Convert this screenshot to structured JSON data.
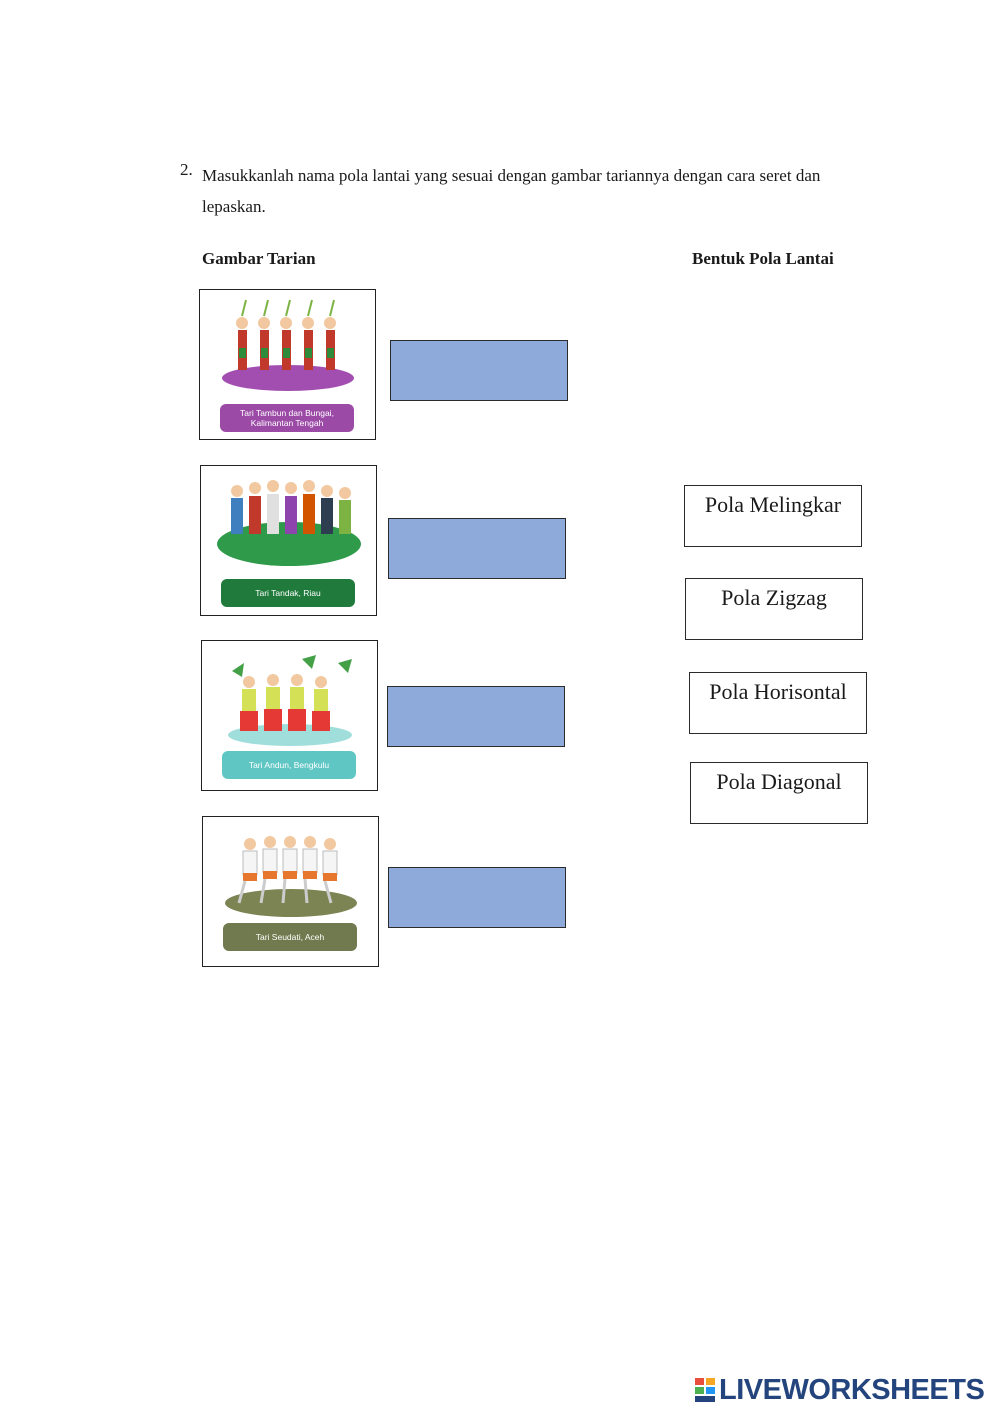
{
  "question": {
    "number": "2.",
    "text": "Masukkanlah nama pola lantai yang sesuai dengan gambar tariannya dengan cara seret dan lepaskan."
  },
  "headers": {
    "left": "Gambar Tarian",
    "right": "Bentuk Pola Lantai"
  },
  "dances": [
    {
      "caption": "Tari Tambun dan Bungai, Kalimantan Tengah",
      "color": "#9b4aa6"
    },
    {
      "caption": "Tari Tandak, Riau",
      "color": "#1f7a3c"
    },
    {
      "caption": "Tari Andun, Bengkulu",
      "color": "#5fc6c4"
    },
    {
      "caption": "Tari Seudati, Aceh",
      "color": "#717a4e"
    }
  ],
  "options": [
    "Pola Melingkar",
    "Pola Zigzag",
    "Pola Horisontal",
    "Pola Diagonal"
  ],
  "colors": {
    "drop_zone": "#8eaadb",
    "brand": "#23447c"
  },
  "brand": {
    "name": "LIVEWORKSHEETS",
    "logo_icon": "liveworksheets-logo-icon"
  }
}
